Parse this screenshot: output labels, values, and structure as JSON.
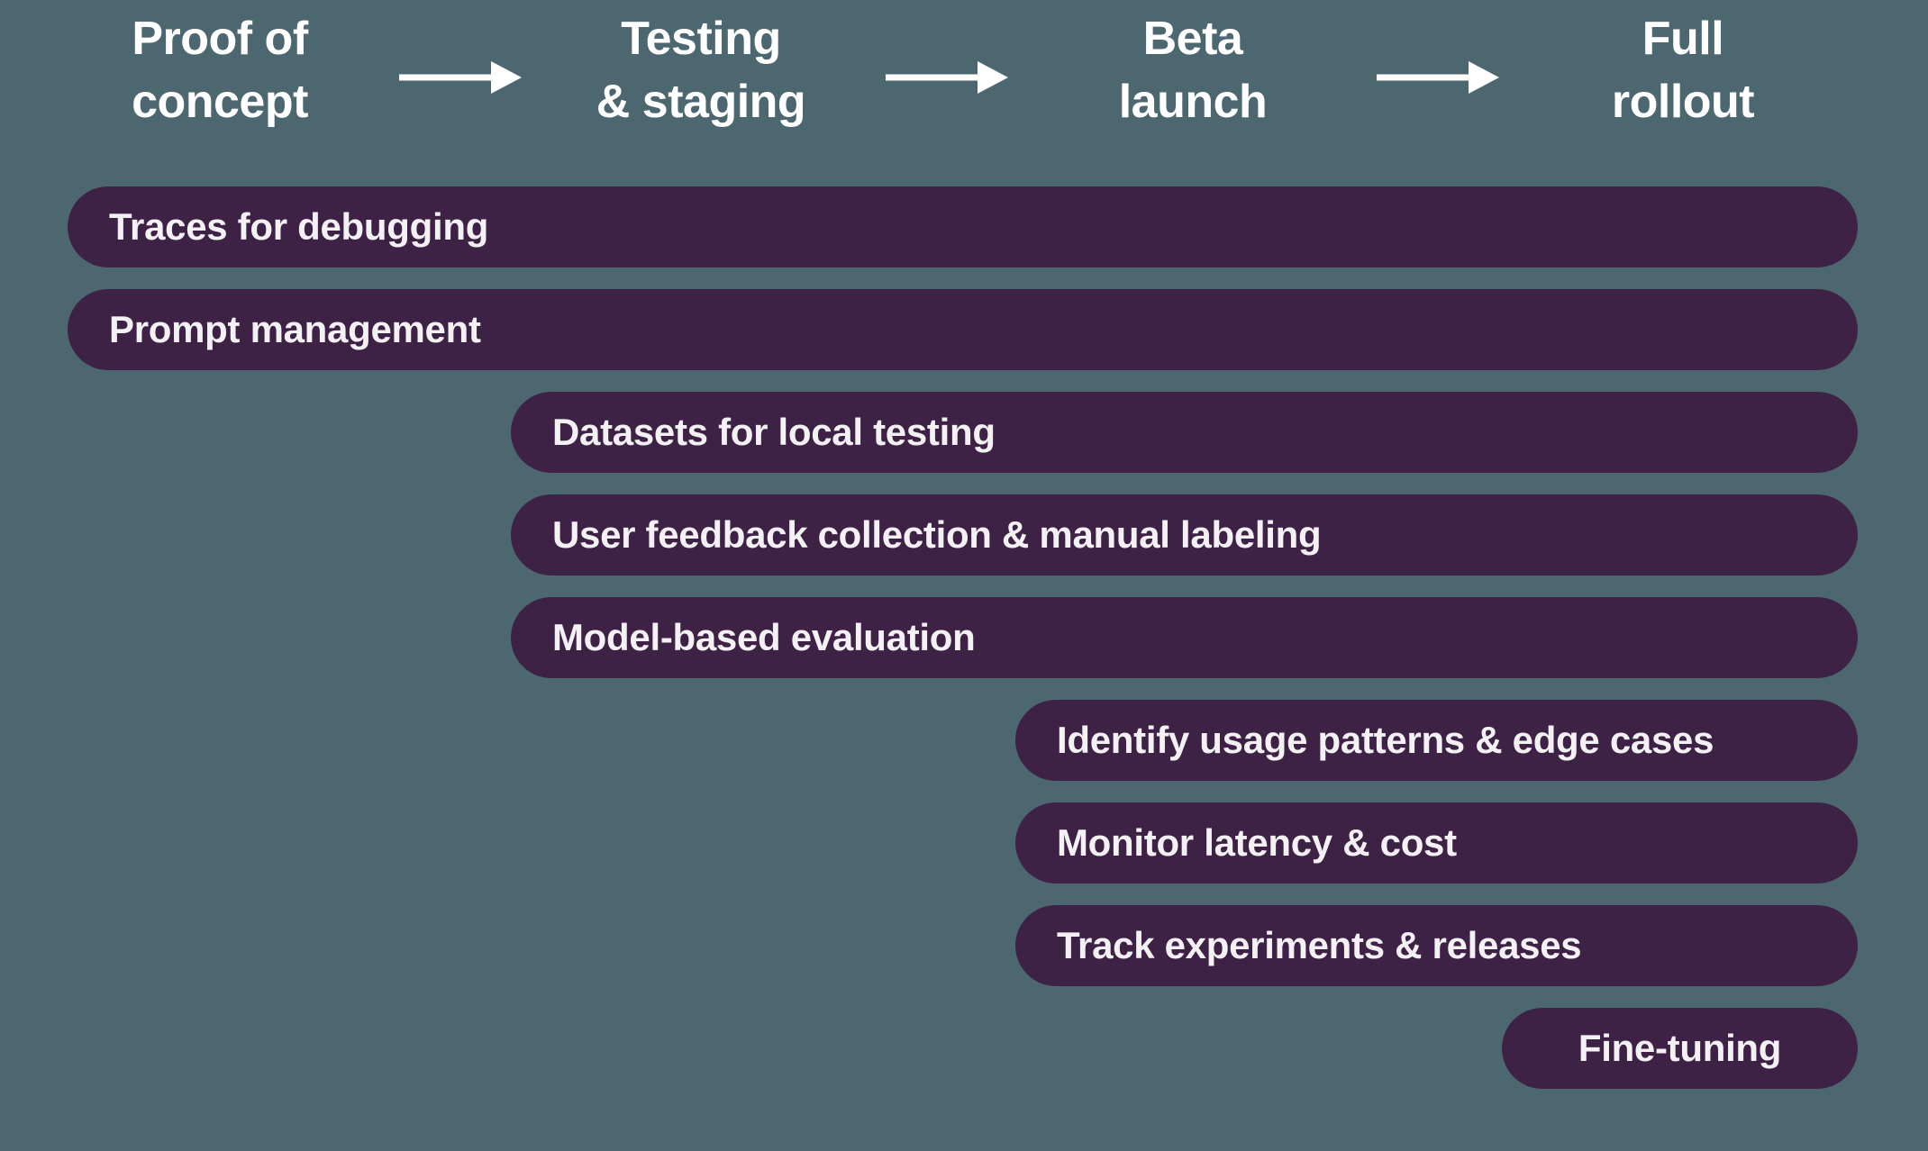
{
  "colors": {
    "background": "#4C6770",
    "bar": "#3E2245",
    "bar_text": "#F4F1F5",
    "header_text": "#FFFFFF"
  },
  "icons": {
    "phase_arrow": "right-arrow-icon"
  },
  "phases": [
    {
      "line1": "Proof of",
      "line2": "concept"
    },
    {
      "line1": "Testing",
      "line2": "& staging"
    },
    {
      "line1": "Beta",
      "line2": "launch"
    },
    {
      "line1": "Full",
      "line2": "rollout"
    }
  ],
  "bars": [
    {
      "label": "Traces for debugging",
      "start_phase": "Proof of concept",
      "end_phase": "Full rollout"
    },
    {
      "label": "Prompt management",
      "start_phase": "Proof of concept",
      "end_phase": "Full rollout"
    },
    {
      "label": "Datasets for local testing",
      "start_phase": "Testing & staging",
      "end_phase": "Full rollout"
    },
    {
      "label": "User feedback collection & manual labeling",
      "start_phase": "Testing & staging",
      "end_phase": "Full rollout"
    },
    {
      "label": "Model-based evaluation",
      "start_phase": "Testing & staging",
      "end_phase": "Full rollout"
    },
    {
      "label": "Identify usage patterns & edge cases",
      "start_phase": "Beta launch",
      "end_phase": "Full rollout"
    },
    {
      "label": "Monitor latency & cost",
      "start_phase": "Beta launch",
      "end_phase": "Full rollout"
    },
    {
      "label": "Track experiments & releases",
      "start_phase": "Beta launch",
      "end_phase": "Full rollout"
    },
    {
      "label": "Fine-tuning",
      "start_phase": "Full rollout",
      "end_phase": "Full rollout"
    }
  ]
}
